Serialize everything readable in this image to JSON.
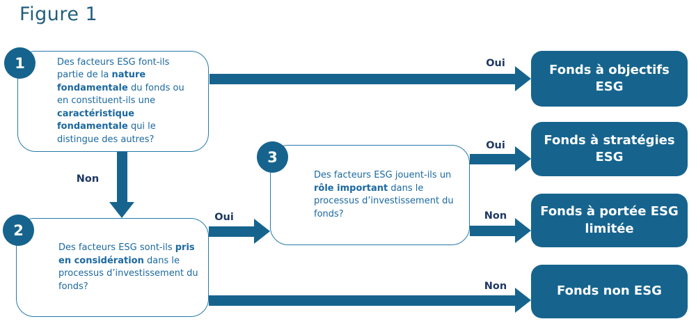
{
  "title": "Figure 1",
  "colors": {
    "primary": "#16648E",
    "border": "#2579A9",
    "question_text": "#1B68A0",
    "label": "#1F3864",
    "title_color": "#235E7D",
    "outcome_text": "#FFFFFF"
  },
  "questions": [
    {
      "number": "1",
      "segments": [
        {
          "text": "Des facteurs ESG font-ils partie de la ",
          "bold": false
        },
        {
          "text": "nature fondamentale",
          "bold": true
        },
        {
          "text": " du fonds ou en constituent-ils une ",
          "bold": false
        },
        {
          "text": "caractéristique fondamentale",
          "bold": true
        },
        {
          "text": " qui le distingue des autres?",
          "bold": false
        }
      ]
    },
    {
      "number": "2",
      "segments": [
        {
          "text": "Des facteurs ESG sont-ils ",
          "bold": false
        },
        {
          "text": "pris en considération",
          "bold": true
        },
        {
          "text": " dans le processus d’investissement du fonds?",
          "bold": false
        }
      ]
    },
    {
      "number": "3",
      "segments": [
        {
          "text": "Des facteurs ESG jouent-ils un ",
          "bold": false
        },
        {
          "text": "rôle important",
          "bold": true
        },
        {
          "text": " dans le processus d’investissement du fonds?",
          "bold": false
        }
      ]
    }
  ],
  "outcomes": [
    {
      "label": "Fonds à objectifs ESG"
    },
    {
      "label": "Fonds à stratégies ESG"
    },
    {
      "label": "Fonds à portée ESG limitée"
    },
    {
      "label": "Fonds non ESG"
    }
  ],
  "edges": [
    {
      "from": "question-1",
      "to": "outcome-1",
      "label": "Oui"
    },
    {
      "from": "question-1",
      "to": "question-2",
      "label": "Non"
    },
    {
      "from": "question-2",
      "to": "question-3",
      "label": "Oui"
    },
    {
      "from": "question-3",
      "to": "outcome-2",
      "label": "Oui"
    },
    {
      "from": "question-3",
      "to": "outcome-3",
      "label": "Non"
    },
    {
      "from": "question-2",
      "to": "outcome-4",
      "label": "Non"
    }
  ]
}
